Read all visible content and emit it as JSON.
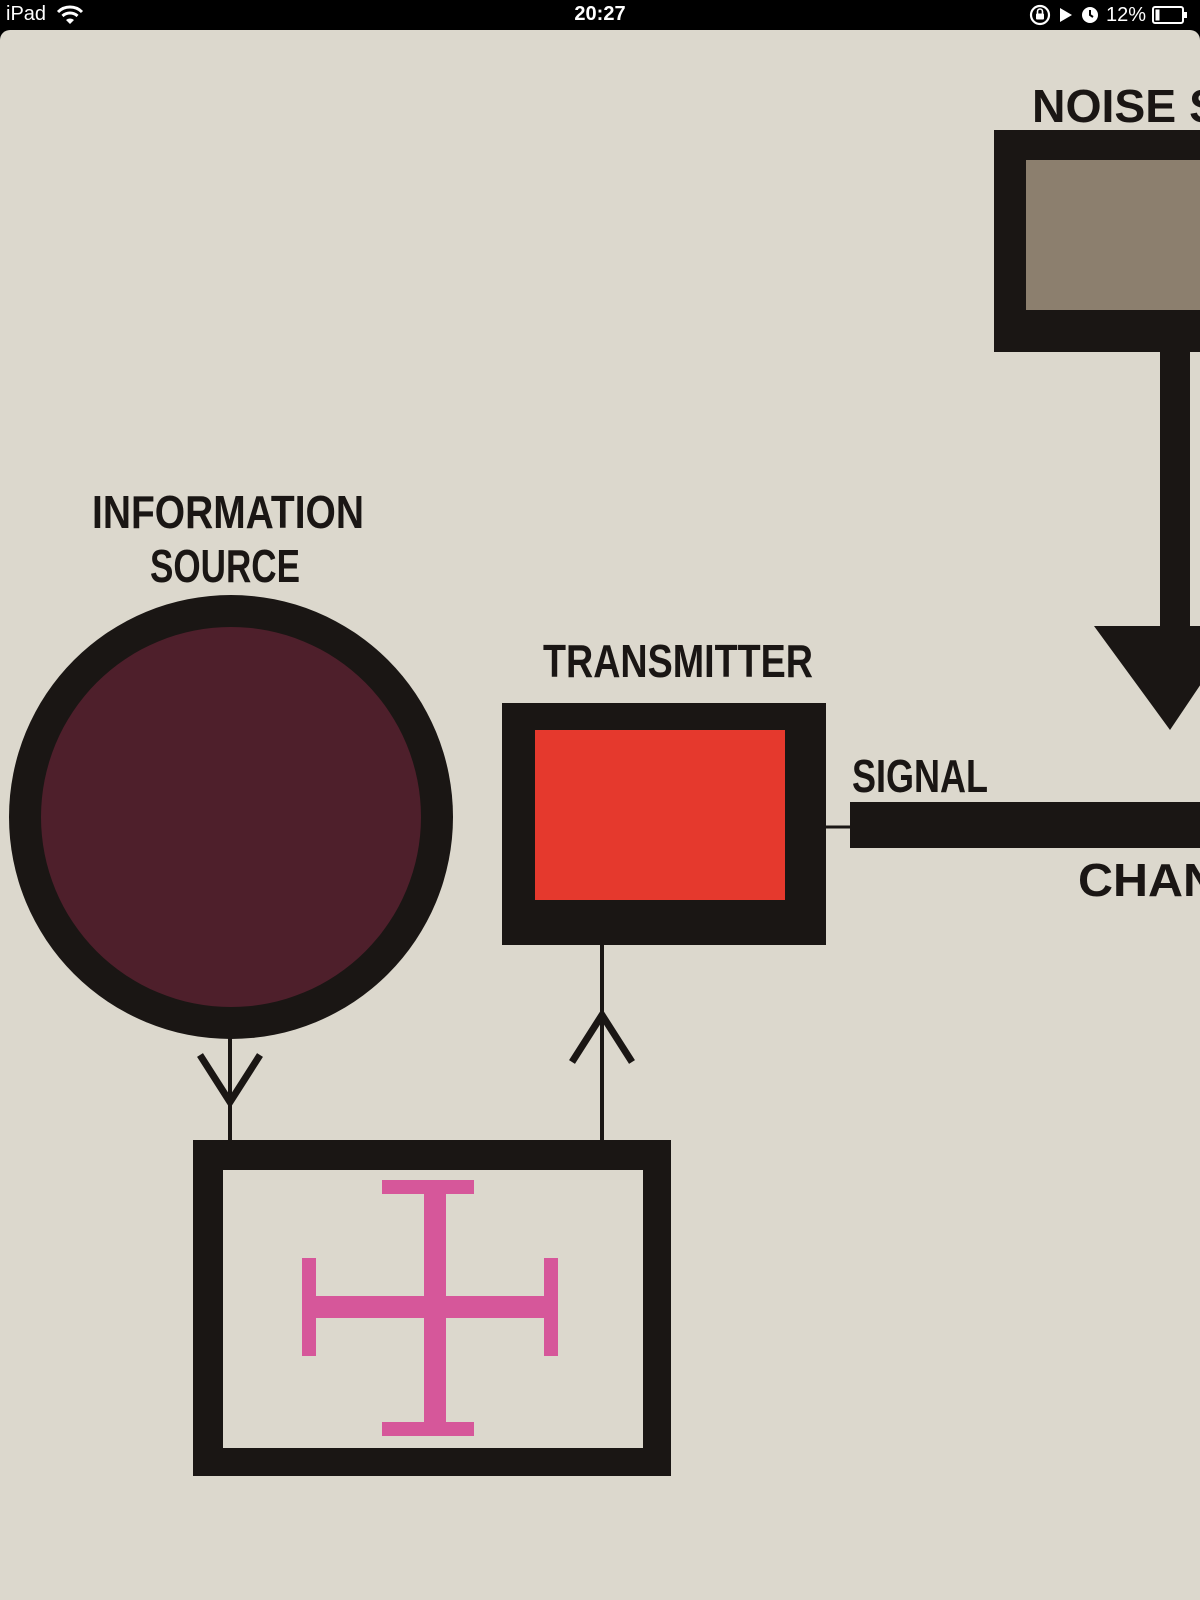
{
  "status_bar": {
    "device_name": "iPad",
    "time": "20:27",
    "battery_percent": "12%",
    "icons": [
      "wifi-icon",
      "rotation-lock-icon",
      "play-icon",
      "alarm-icon",
      "battery-icon"
    ]
  },
  "diagram": {
    "labels": {
      "information_source_line1": "INFORMATION",
      "information_source_line2": "SOURCE",
      "transmitter": "TRANSMITTER",
      "signal": "SIGNAL",
      "noise_source": "NOISE S",
      "channel": "CHAN"
    },
    "colors": {
      "paper": "#dcd8cd",
      "ink": "#1a1614",
      "information_source_fill": "#4e1f2b",
      "transmitter_fill": "#e5392d",
      "noise_source_fill": "#8c7f6e",
      "cross_symbol": "#d6579a"
    }
  }
}
